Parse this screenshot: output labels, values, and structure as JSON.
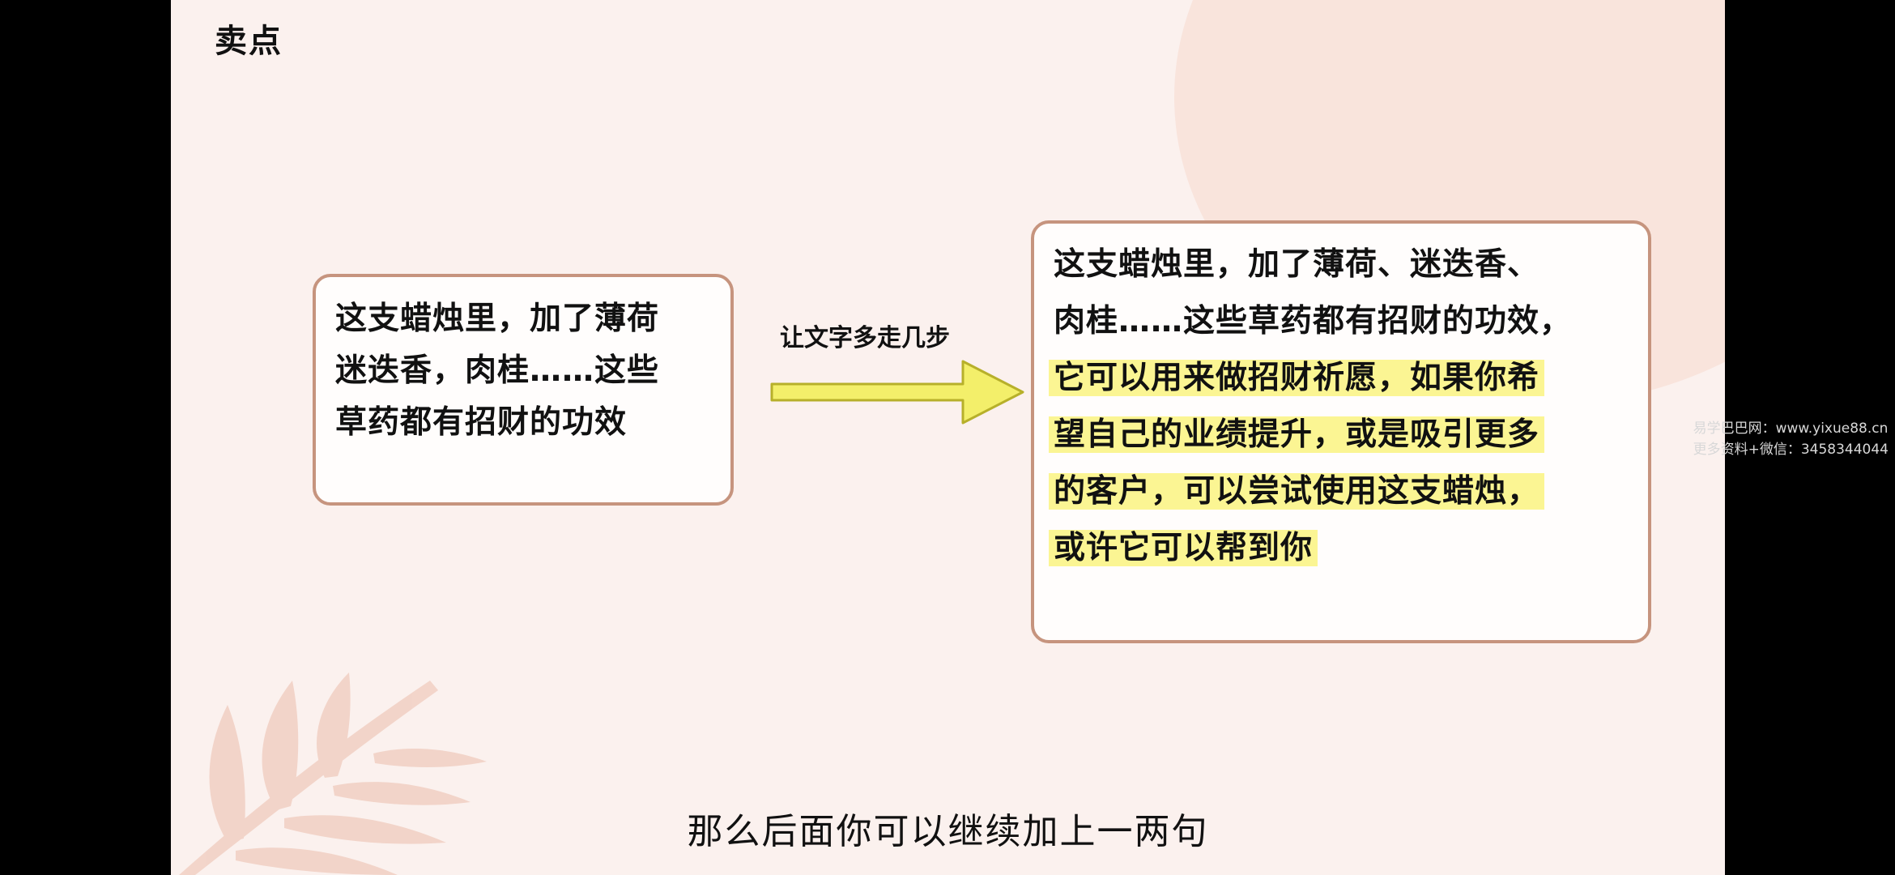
{
  "slide": {
    "title": "卖点",
    "arrow_label": "让文字多走几步",
    "caption": "那么后面你可以继续加上一两句"
  },
  "box_left": {
    "lines": [
      "这支蜡烛里，加了薄荷",
      "迷迭香，肉桂……这些",
      "草药都有招财的功效"
    ]
  },
  "box_right": {
    "lines": [
      "这支蜡烛里，加了薄荷、迷迭香、",
      "肉桂……这些草药都有招财的功效，"
    ],
    "highlighted_lines": [
      "它可以用来做招财祈愿，如果你希",
      "望自己的业绩提升，或是吸引更多",
      "的客户，可以尝试使用这支蜡烛，",
      "或许它可以帮到你"
    ]
  },
  "watermark": {
    "line1": "易学巴巴网：www.yixue88.cn",
    "line2": "更多资料+微信：3458344044"
  },
  "colors": {
    "slide_background": "#fbf1ee",
    "box_border": "#c6947e",
    "highlight": "#fbf593",
    "arrow_fill": "#f3ef6a"
  },
  "icons": {
    "arrow": "right-arrow-icon",
    "decoration": "palm-leaf-icon"
  }
}
